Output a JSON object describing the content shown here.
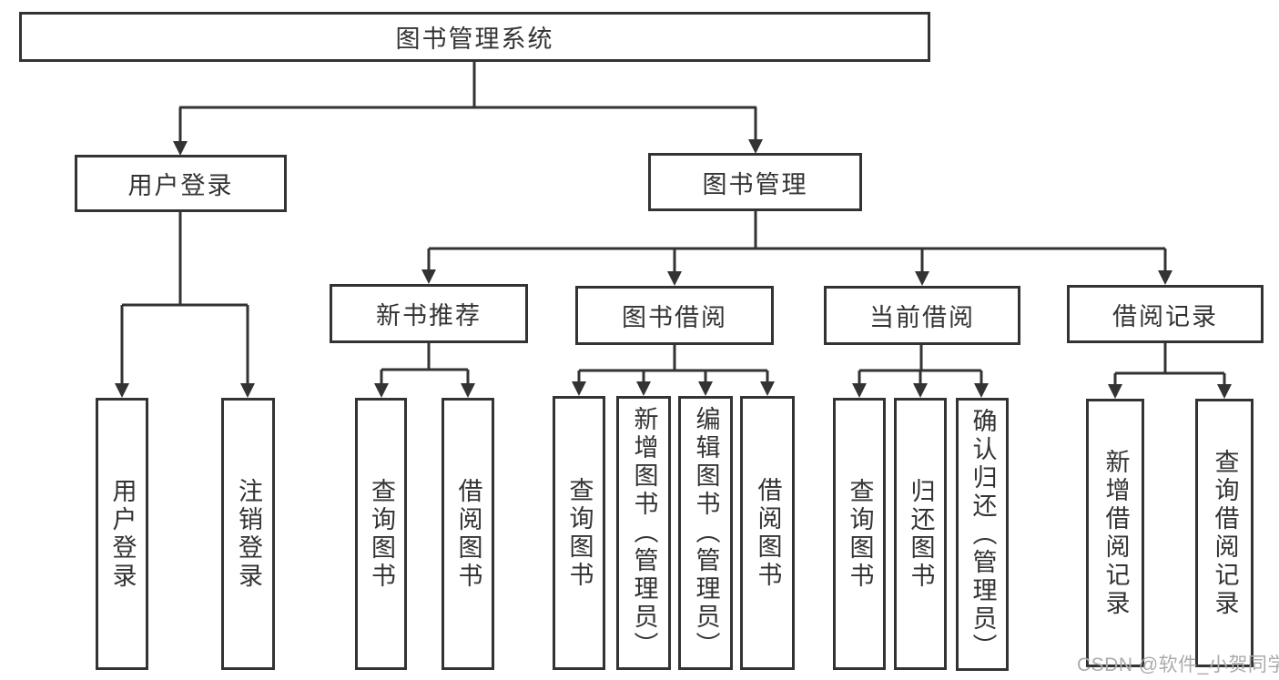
{
  "diagram": {
    "root": {
      "label": "图书管理系统"
    },
    "level2": [
      {
        "label": "用户登录"
      },
      {
        "label": "图书管理"
      }
    ],
    "level3": [
      {
        "label": "新书推荐"
      },
      {
        "label": "图书借阅"
      },
      {
        "label": "当前借阅"
      },
      {
        "label": "借阅记录"
      }
    ],
    "leaves": {
      "user_login": [
        "用户登录",
        "注销登录"
      ],
      "new_book": [
        "查询图书",
        "借阅图书"
      ],
      "borrow": [
        "查询图书",
        "新增图书（管理员）",
        "编辑图书（管理员）",
        "借阅图书"
      ],
      "current": [
        "查询图书",
        "归还图书",
        "确认归还（管理员）"
      ],
      "records": [
        "新增借阅记录",
        "查询借阅记录"
      ]
    }
  },
  "watermark": "CSDN @软件_小贺同学",
  "colors": {
    "line": "#333333",
    "text": "#333333",
    "background": "#ffffff",
    "watermark": "#ababab"
  }
}
